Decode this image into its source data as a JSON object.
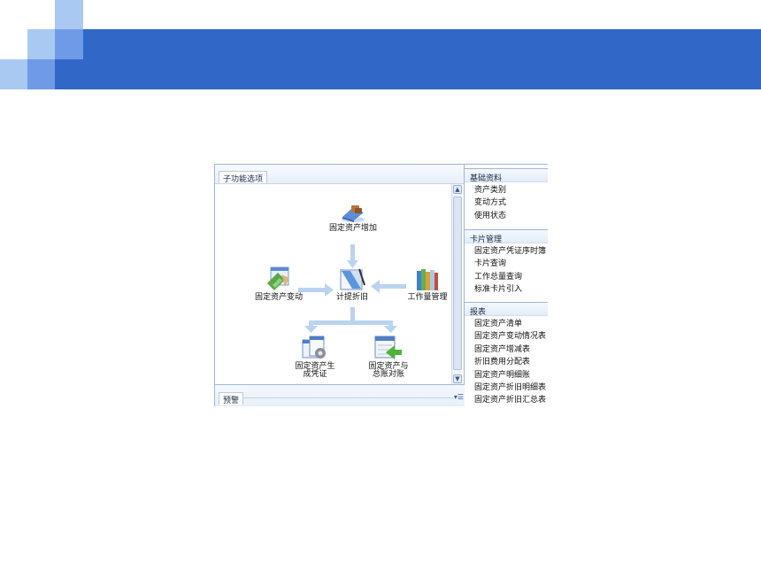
{
  "app": {
    "panel_title": "子功能选项",
    "warning_title": "预警",
    "warning_menu": "▾☰",
    "diagram": {
      "add": "固定资产增加",
      "change": "固定资产变动",
      "depr": "计提折旧",
      "workload": "工作量管理",
      "voucher": "固定资产生成凭证",
      "reconcile": "固定资产与总账对账"
    },
    "sections": {
      "basic": {
        "title": "基础资料",
        "items": [
          "资产类别",
          "变动方式",
          "使用状态"
        ]
      },
      "card": {
        "title": "卡片管理",
        "items": [
          "固定资产凭证序时簿",
          "卡片查询",
          "工作总量查询",
          "标准卡片引入"
        ]
      },
      "report": {
        "title": "报表",
        "items": [
          "固定资产清单",
          "固定资产变动情况表",
          "固定资产增减表",
          "折旧费用分配表",
          "固定资产明细账",
          "固定资产折旧明细表",
          "固定资产折旧汇总表"
        ]
      }
    }
  },
  "colors": {
    "banner": "#3168c8",
    "square_light": "#a9c9f2",
    "square_mid": "#6f9be6",
    "arrow": "#b9d3f0"
  }
}
